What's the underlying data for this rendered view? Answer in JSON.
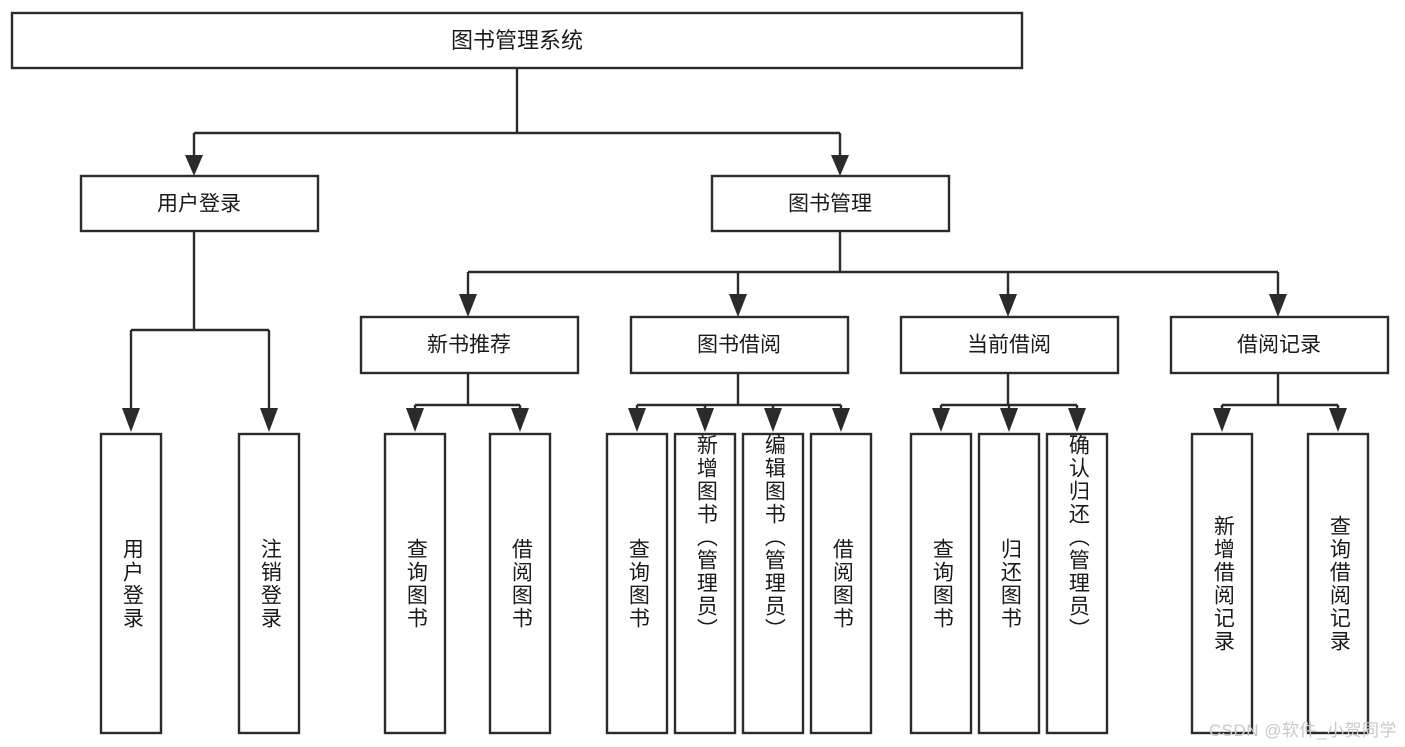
{
  "diagram": {
    "type": "tree-hierarchy-chart",
    "title": "图书管理系统",
    "orientation": "top-down",
    "colors": {
      "box_stroke": "#2b2b2b",
      "box_fill": "#ffffff",
      "connector": "#2b2b2b",
      "text": "#1a1a1a",
      "watermark": "#c9c9c9",
      "background": "#ffffff"
    },
    "root": {
      "label": "图书管理系统"
    },
    "level2": [
      {
        "label": "用户登录"
      },
      {
        "label": "图书管理"
      }
    ],
    "level3": [
      {
        "label": "新书推荐"
      },
      {
        "label": "图书借阅"
      },
      {
        "label": "当前借阅"
      },
      {
        "label": "借阅记录"
      }
    ],
    "leaves": {
      "user_login": [
        {
          "label": "用户登录"
        },
        {
          "label": "注销登录"
        }
      ],
      "new_book_recommend": [
        {
          "label": "查询图书"
        },
        {
          "label": "借阅图书"
        }
      ],
      "book_borrow": [
        {
          "label": "查询图书"
        },
        {
          "label": "新增图书（管理员）"
        },
        {
          "label": "编辑图书（管理员）"
        },
        {
          "label": "借阅图书"
        }
      ],
      "current_borrow": [
        {
          "label": "查询图书"
        },
        {
          "label": "归还图书"
        },
        {
          "label": "确认归还（管理员）"
        }
      ],
      "borrow_record": [
        {
          "label": "新增借阅记录"
        },
        {
          "label": "查询借阅记录"
        }
      ]
    }
  },
  "watermark": {
    "text": "CSDN @软件_小贺同学"
  }
}
